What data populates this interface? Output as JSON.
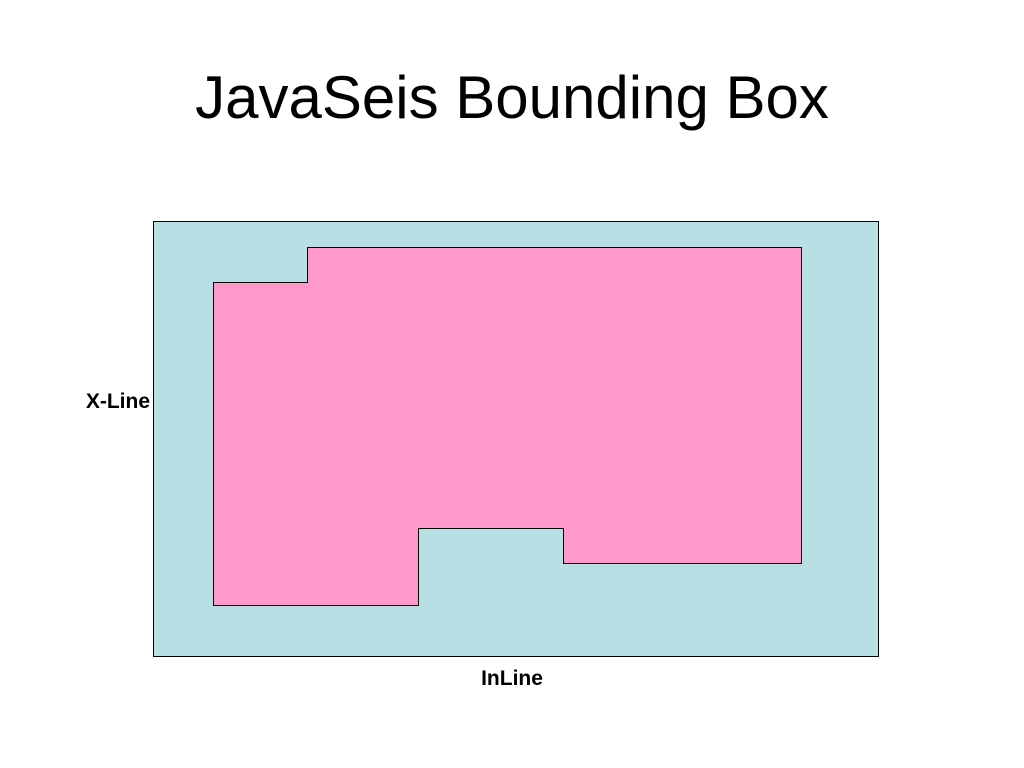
{
  "slide": {
    "title": "JavaSeis Bounding Box"
  },
  "diagram": {
    "x_axis_label": "InLine",
    "y_axis_label": "X-Line",
    "bounding_box_color": "#b8dfe3",
    "data_region_color": "#ff99c9",
    "outline_color": "#000000"
  }
}
